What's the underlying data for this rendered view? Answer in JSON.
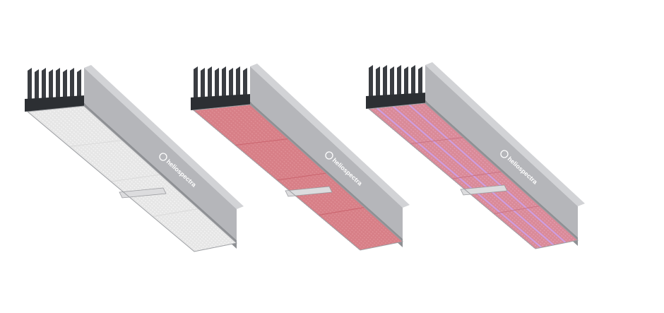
{
  "brand": "heliospectra",
  "colors": {
    "background": "#ffffff",
    "housing": "#b5b6ba",
    "housing_dark": "#8e9094",
    "heatsink": "#3a3d42",
    "brand_text": "#ffffff"
  },
  "fixtures": [
    {
      "variant": "white",
      "panel": "#e6e6e6",
      "led": "#f7f7f7",
      "glow": "#ffffff",
      "accent": "#d9d9d9"
    },
    {
      "variant": "red",
      "panel": "#d77f87",
      "led": "#e2949a",
      "glow": "#f0b2b6",
      "accent": "#c8606a"
    },
    {
      "variant": "red-blue",
      "panel": "#d98a98",
      "led": "#e6a0b4",
      "glow": "#c9a6ff",
      "accent": "#c86e80"
    }
  ]
}
